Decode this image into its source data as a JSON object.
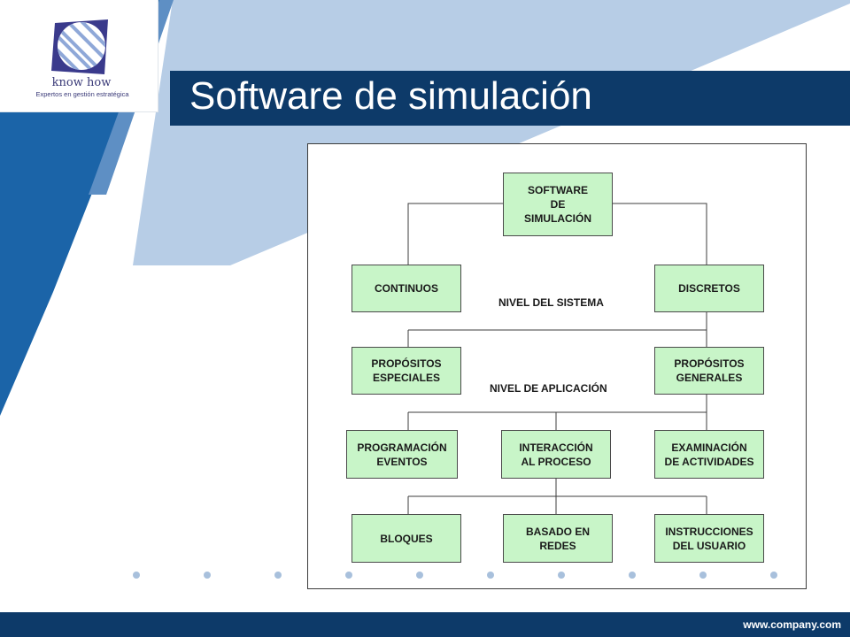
{
  "brand": {
    "name": "know how",
    "tagline": "Expertos en gestión estratégica",
    "colors": {
      "navy": "#0d3a69",
      "blue": "#1b64a8",
      "light_blue": "#a8c4e0",
      "node_fill": "#c8f5c8"
    }
  },
  "slide": {
    "title": "Software de simulación"
  },
  "diagram": {
    "root": "SOFTWARE\nDE\nSIMULACIÓN",
    "level_system": "NIVEL DEL SISTEMA",
    "level_application": "NIVEL DE APLICACIÓN",
    "continuos": "CONTINUOS",
    "discretos": "DISCRETOS",
    "propositos_especiales": "PROPÓSITOS\nESPECIALES",
    "propositos_generales": "PROPÓSITOS\nGENERALES",
    "programacion_eventos": "PROGRAMACIÓN\nEVENTOS",
    "interaccion_proceso": "INTERACCIÓN\nAL PROCESO",
    "examinacion_actividades": "EXAMINACIÓN\nDE ACTIVIDADES",
    "bloques": "BLOQUES",
    "basado_redes": "BASADO EN\nREDES",
    "instrucciones_usuario": "INSTRUCCIONES\nDEL USUARIO"
  },
  "footer": {
    "url": "www.company.com"
  }
}
